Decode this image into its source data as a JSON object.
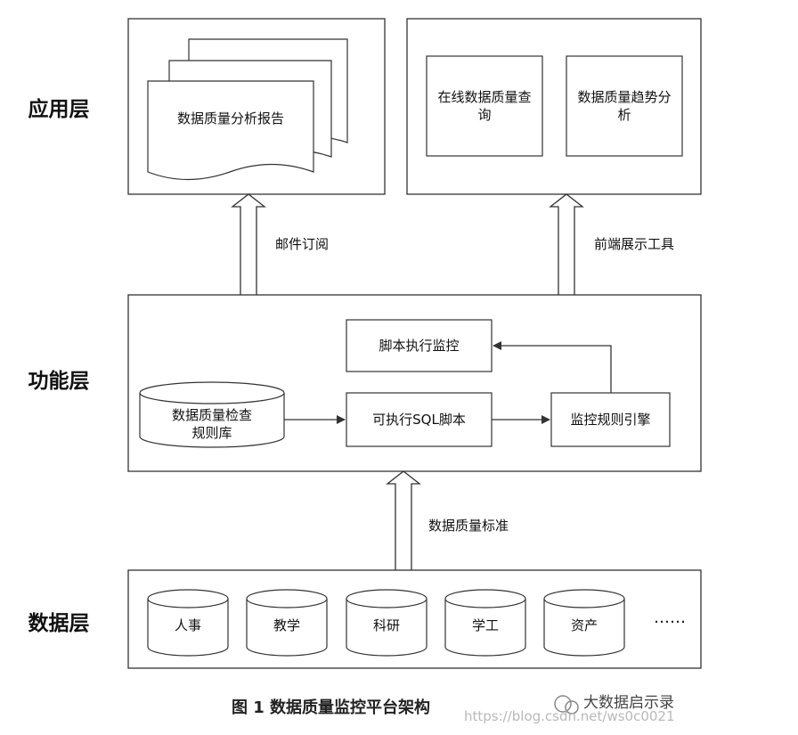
{
  "layers": {
    "application": "应用层",
    "function": "功能层",
    "data": "数据层"
  },
  "application_layer": {
    "report": "数据质量分析报告",
    "online_query": "在线数据质量查询",
    "trend_analysis": "数据质量趋势分析"
  },
  "edges": {
    "mail_subscription": "邮件订阅",
    "frontend_tool": "前端展示工具",
    "quality_standard": "数据质量标准"
  },
  "function_layer": {
    "script_monitor": "脚本执行监控",
    "rule_db": "数据质量检查规则库",
    "sql_script": "可执行SQL脚本",
    "rule_engine": "监控规则引擎"
  },
  "data_layer": {
    "sources": [
      "人事",
      "教学",
      "科研",
      "学工",
      "资产"
    ],
    "ellipsis": "……"
  },
  "caption": "图 1 数据质量监控平台架构",
  "watermark": "https://blog.csdn.net/ws0c0021",
  "brand": "大数据启示录",
  "colors": {
    "line": "#333333",
    "background": "#ffffff"
  }
}
